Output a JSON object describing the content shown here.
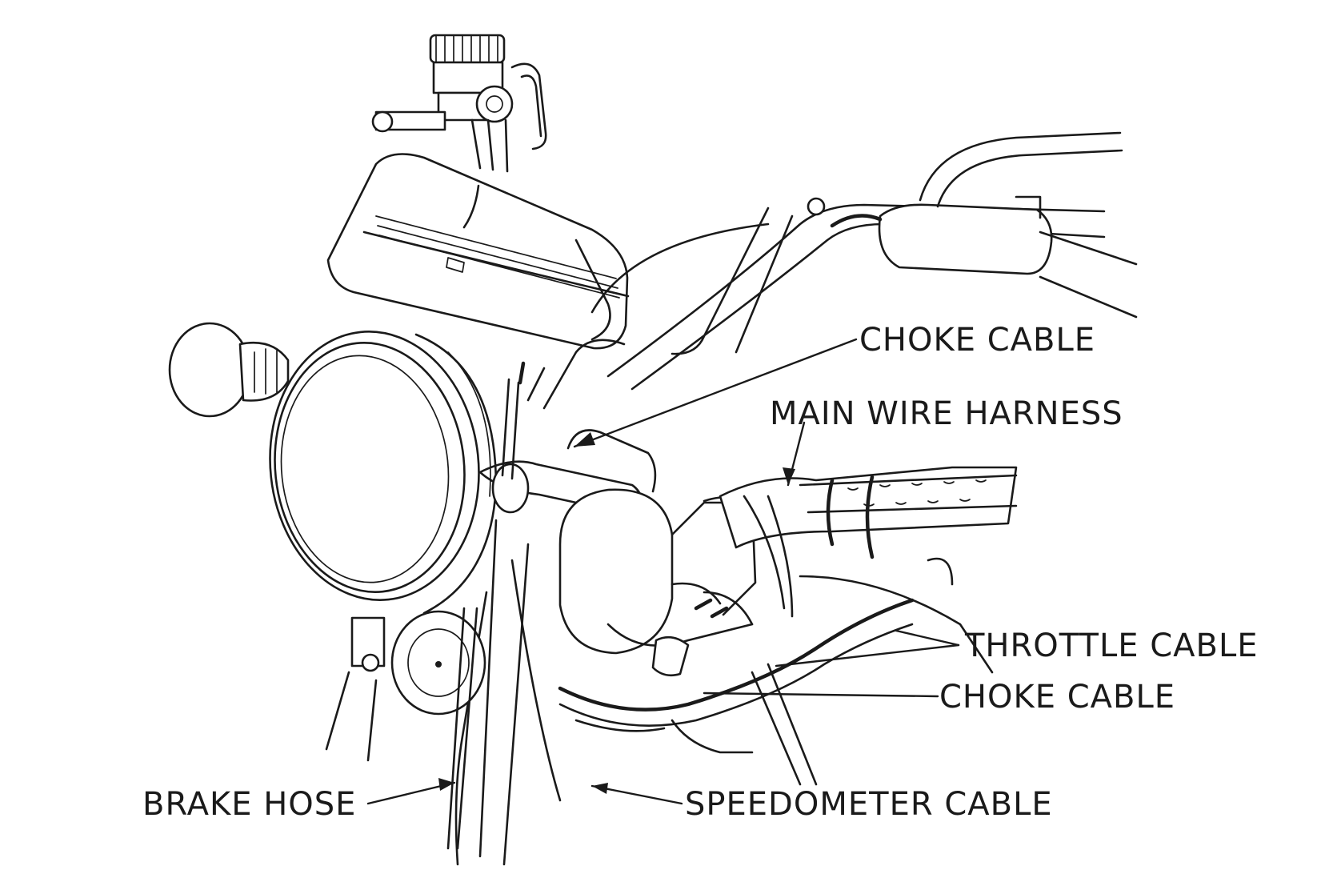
{
  "labels": {
    "choke_cable_top": "CHOKE  CABLE",
    "main_wire_harness": "MAIN WIRE HARNESS",
    "throttle_cable": "THROTTLE CABLE",
    "choke_cable_bottom": "CHOKE CABLE",
    "brake_hose": "BRAKE HOSE",
    "speedometer_cable": "SPEEDOMETER CABLE"
  },
  "colors": {
    "ink": "#1a1a1a",
    "background": "#ffffff"
  }
}
